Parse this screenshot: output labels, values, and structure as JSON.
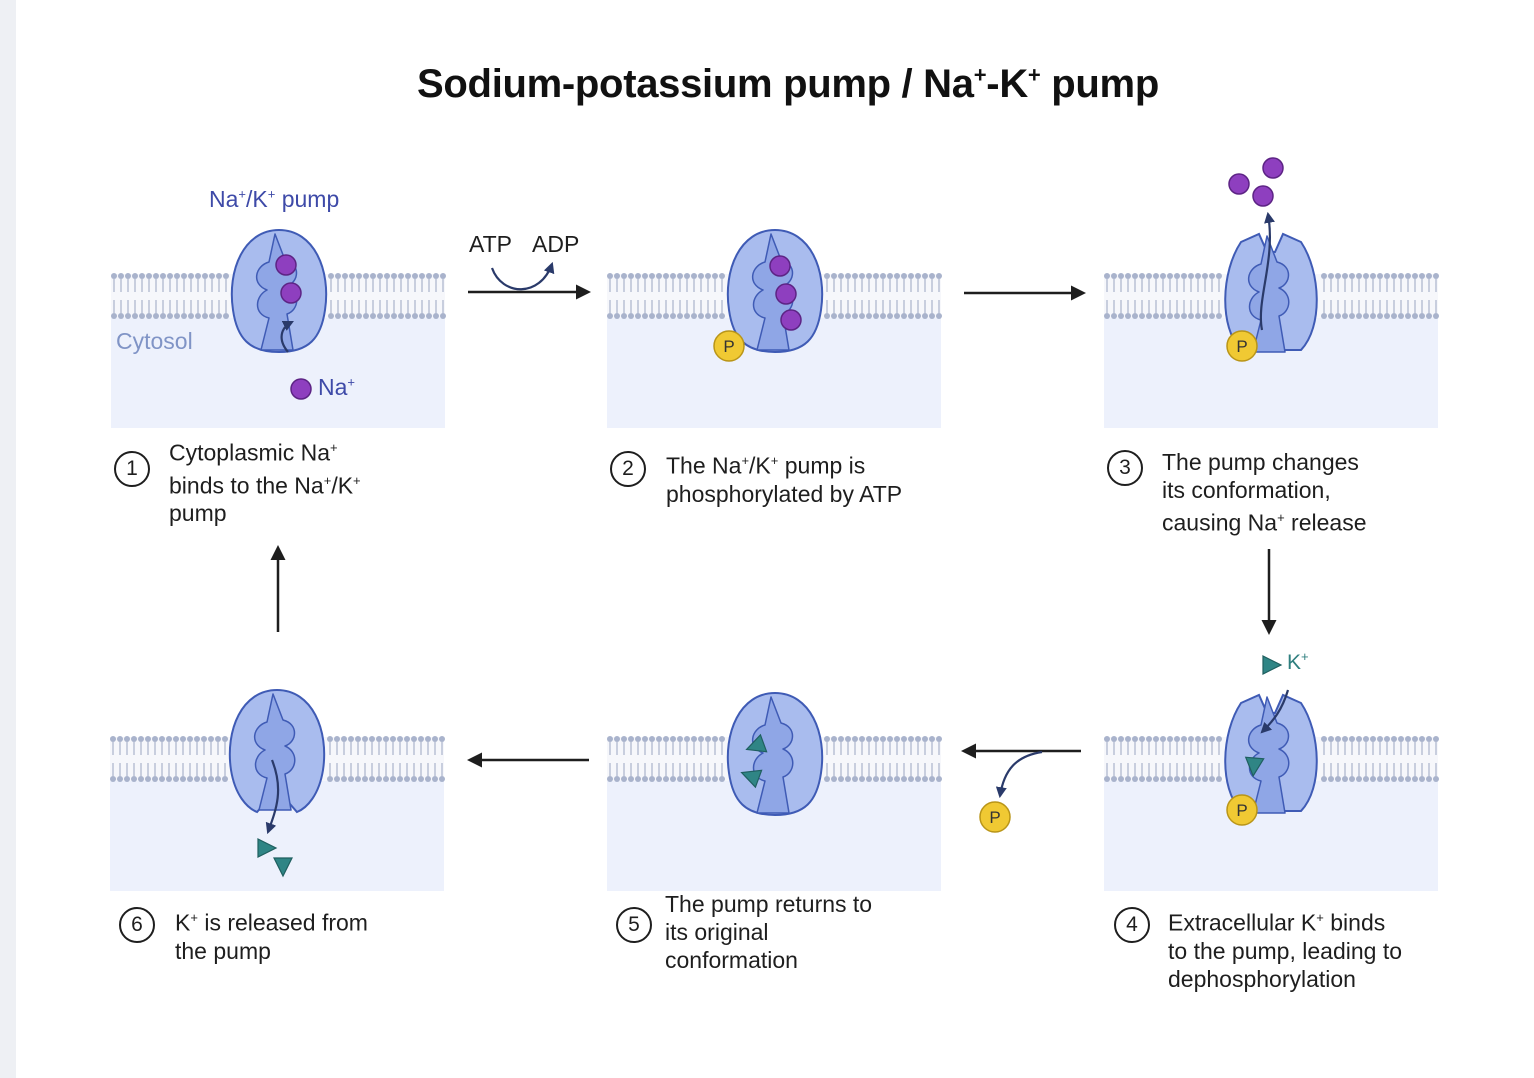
{
  "title": {
    "main": "Sodium-potassium pump / Na",
    "sup1": "+",
    "mid": "-K",
    "sup2": "+",
    "end": " pump"
  },
  "labels": {
    "pump": {
      "a": "Na",
      "s1": "+",
      "b": "/K",
      "s2": "+",
      "c": " pump"
    },
    "cytosol": "Cytosol",
    "na_ion": {
      "a": "Na",
      "s": "+"
    },
    "k_ion": {
      "a": "K",
      "s": "+"
    },
    "atp": "ATP",
    "adp": "ADP",
    "phosphate": "P"
  },
  "steps": [
    {
      "number": "1",
      "lines": [
        [
          "Cytoplasmic Na",
          "+",
          ""
        ],
        [
          "binds to the Na",
          "+",
          "/K",
          "+",
          ""
        ],
        [
          "pump"
        ]
      ]
    },
    {
      "number": "2",
      "lines": [
        [
          "The Na",
          "+",
          "/K",
          "+",
          " pump is"
        ],
        [
          "phosphorylated by ATP"
        ]
      ]
    },
    {
      "number": "3",
      "lines": [
        [
          "The pump changes"
        ],
        [
          "its conformation,"
        ],
        [
          "causing Na",
          "+",
          " release"
        ]
      ]
    },
    {
      "number": "4",
      "lines": [
        [
          "Extracellular K",
          "+",
          " binds"
        ],
        [
          "to the pump, leading to"
        ],
        [
          "dephosphorylation"
        ]
      ]
    },
    {
      "number": "5",
      "lines": [
        [
          "The pump returns to"
        ],
        [
          "its original"
        ],
        [
          "conformation"
        ]
      ]
    },
    {
      "number": "6",
      "lines": [
        [
          "K",
          "+",
          " is released from"
        ],
        [
          "the pump"
        ]
      ]
    }
  ],
  "colors": {
    "membrane": "#a9b3cc",
    "cytosol": "#edf1fc",
    "pump_outer": "#a9bcee",
    "pump_inner": "#8fa6e6",
    "pump_stroke": "#3f5bb5",
    "sodium": "#8e3fbf",
    "potassium": "#2f8585",
    "phosphate": "#f0c933",
    "label_blue": "#3e4aa8"
  }
}
